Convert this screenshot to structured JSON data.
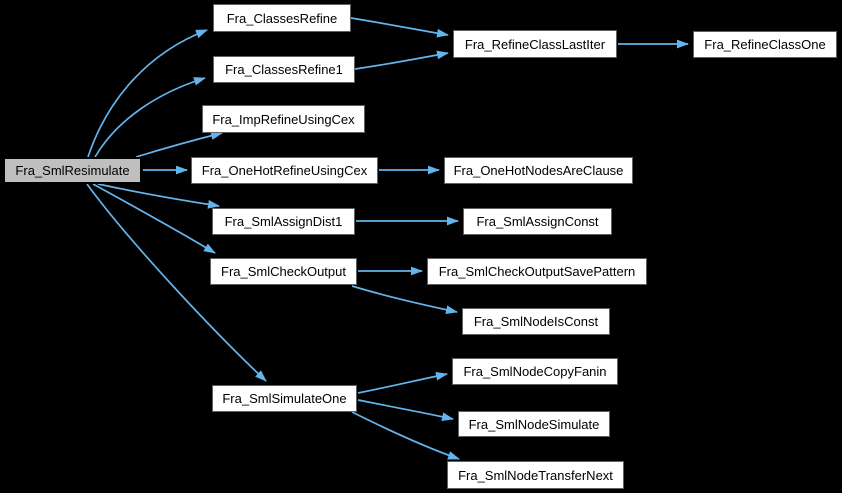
{
  "diagram": {
    "kind": "doxygen-call-graph",
    "colors": {
      "background": "#000000",
      "edge": "#63b4ec",
      "node_fill": "#ffffff",
      "node_border": "#5f5f5f",
      "root_fill": "#bfbfbf",
      "root_border": "#000000",
      "text": "#000000"
    },
    "nodes": [
      {
        "id": "fra-smlresimulate",
        "label": "Fra_SmlResimulate",
        "root": true
      },
      {
        "id": "fra-classesrefine",
        "label": "Fra_ClassesRefine",
        "root": false
      },
      {
        "id": "fra-classesrefine1",
        "label": "Fra_ClassesRefine1",
        "root": false
      },
      {
        "id": "fra-refineclasslastiter",
        "label": "Fra_RefineClassLastIter",
        "root": false
      },
      {
        "id": "fra-refineclassone",
        "label": "Fra_RefineClassOne",
        "root": false
      },
      {
        "id": "fra-imprefineusingcex",
        "label": "Fra_ImpRefineUsingCex",
        "root": false
      },
      {
        "id": "fra-onehotrefineusingcex",
        "label": "Fra_OneHotRefineUsingCex",
        "root": false
      },
      {
        "id": "fra-onehotnodesareclause",
        "label": "Fra_OneHotNodesAreClause",
        "root": false
      },
      {
        "id": "fra-smlassigndist1",
        "label": "Fra_SmlAssignDist1",
        "root": false
      },
      {
        "id": "fra-smlassignconst",
        "label": "Fra_SmlAssignConst",
        "root": false
      },
      {
        "id": "fra-smlcheckoutput",
        "label": "Fra_SmlCheckOutput",
        "root": false
      },
      {
        "id": "fra-smlcheckoutputsavepattern",
        "label": "Fra_SmlCheckOutputSavePattern",
        "root": false
      },
      {
        "id": "fra-smlnodeisconst",
        "label": "Fra_SmlNodeIsConst",
        "root": false
      },
      {
        "id": "fra-smlsimulateone",
        "label": "Fra_SmlSimulateOne",
        "root": false
      },
      {
        "id": "fra-smlnodecopyfanin",
        "label": "Fra_SmlNodeCopyFanin",
        "root": false
      },
      {
        "id": "fra-smlnodesimulate",
        "label": "Fra_SmlNodeSimulate",
        "root": false
      },
      {
        "id": "fra-smlnodetransfernext",
        "label": "Fra_SmlNodeTransferNext",
        "root": false
      }
    ],
    "edges": [
      {
        "from": "Fra_SmlResimulate",
        "to": "Fra_ClassesRefine"
      },
      {
        "from": "Fra_SmlResimulate",
        "to": "Fra_ClassesRefine1"
      },
      {
        "from": "Fra_SmlResimulate",
        "to": "Fra_ImpRefineUsingCex"
      },
      {
        "from": "Fra_SmlResimulate",
        "to": "Fra_OneHotRefineUsingCex"
      },
      {
        "from": "Fra_SmlResimulate",
        "to": "Fra_SmlAssignDist1"
      },
      {
        "from": "Fra_SmlResimulate",
        "to": "Fra_SmlCheckOutput"
      },
      {
        "from": "Fra_SmlResimulate",
        "to": "Fra_SmlSimulateOne"
      },
      {
        "from": "Fra_ClassesRefine",
        "to": "Fra_RefineClassLastIter"
      },
      {
        "from": "Fra_ClassesRefine1",
        "to": "Fra_RefineClassLastIter"
      },
      {
        "from": "Fra_RefineClassLastIter",
        "to": "Fra_RefineClassOne"
      },
      {
        "from": "Fra_OneHotRefineUsingCex",
        "to": "Fra_OneHotNodesAreClause"
      },
      {
        "from": "Fra_SmlAssignDist1",
        "to": "Fra_SmlAssignConst"
      },
      {
        "from": "Fra_SmlCheckOutput",
        "to": "Fra_SmlCheckOutputSavePattern"
      },
      {
        "from": "Fra_SmlCheckOutput",
        "to": "Fra_SmlNodeIsConst"
      },
      {
        "from": "Fra_SmlSimulateOne",
        "to": "Fra_SmlNodeCopyFanin"
      },
      {
        "from": "Fra_SmlSimulateOne",
        "to": "Fra_SmlNodeSimulate"
      },
      {
        "from": "Fra_SmlSimulateOne",
        "to": "Fra_SmlNodeTransferNext"
      }
    ]
  }
}
